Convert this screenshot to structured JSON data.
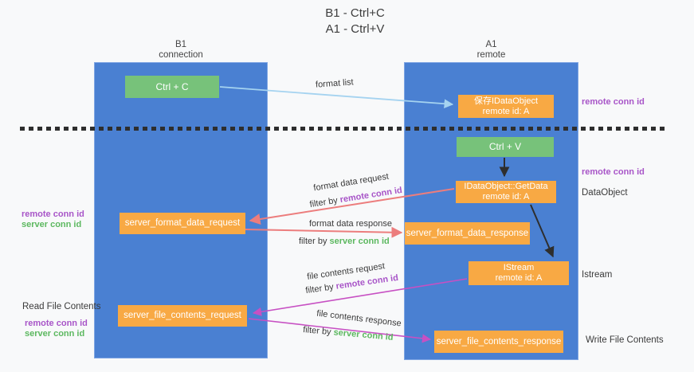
{
  "title": {
    "line1": "B1 - Ctrl+C",
    "line2": "A1 - Ctrl+V"
  },
  "lanes": {
    "left": {
      "name": "B1",
      "role": "connection"
    },
    "right": {
      "name": "A1",
      "role": "remote"
    }
  },
  "nodes": {
    "ctrl_c": {
      "label": "Ctrl + C"
    },
    "save_idataobject": {
      "line1": "保存IDataObject",
      "line2": "remote id: A"
    },
    "ctrl_v": {
      "label": "Ctrl + V"
    },
    "getdata": {
      "line1": "IDataObject::GetData",
      "line2": "remote id: A"
    },
    "format_request": {
      "label": "server_format_data_request"
    },
    "format_response": {
      "label": "server_format_data_response"
    },
    "istream": {
      "line1": "IStream",
      "line2": "remote id: A"
    },
    "file_request": {
      "label": "server_file_contents_request"
    },
    "file_response": {
      "label": "server_file_contents_response"
    }
  },
  "flow_labels": {
    "format_list": "format list",
    "format_data_request": "format data request",
    "format_data_response": "format data response",
    "file_contents_request": "file contents request",
    "file_contents_response": "file contents response",
    "filter_by": "filter by",
    "remote_conn_id": "remote conn id",
    "server_conn_id": "server conn id"
  },
  "side_labels": {
    "remote_conn_id": "remote conn id",
    "server_conn_id": "server conn id",
    "dataobject": "DataObject",
    "istream": "Istream",
    "read_file_contents": "Read File Contents",
    "write_file_contents": "Write File Contents"
  },
  "colors": {
    "lane_blue": "#4a80d2",
    "node_orange": "#f8a944",
    "node_green": "#77c27a",
    "remote_conn_purple": "#a855c8",
    "server_conn_green": "#5cb85f",
    "format_arrow_salmon": "#ec7d7d",
    "file_arrow_magenta": "#c750c3",
    "format_list_arrow_blue": "#a5d3f0",
    "black_arrow": "#2e2e2e",
    "background": "#f8f9fa"
  }
}
